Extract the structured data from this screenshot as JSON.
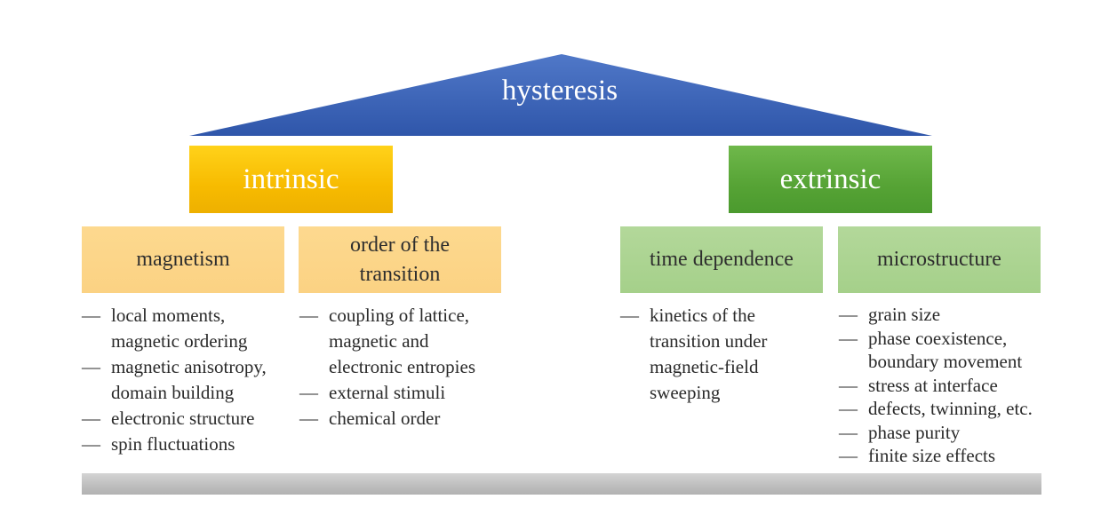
{
  "roof": {
    "title": "hysteresis",
    "color": "#3a63b8"
  },
  "intrinsic": {
    "label": "intrinsic",
    "color": "#f8bf00",
    "categories": [
      {
        "label": "magnetism",
        "items": [
          "local moments,\nmagnetic ordering",
          "magnetic anisotropy,\ndomain building",
          "electronic structure",
          "spin fluctuations"
        ]
      },
      {
        "label": "order of the\ntransition",
        "items": [
          "coupling of lattice,\nmagnetic and\nelectronic entropies",
          "external stimuli",
          "chemical order"
        ]
      }
    ]
  },
  "extrinsic": {
    "label": "extrinsic",
    "color": "#56a335",
    "categories": [
      {
        "label": "time dependence",
        "items": [
          "kinetics of the\ntransition under\nmagnetic-field\nsweeping"
        ]
      },
      {
        "label": "microstructure",
        "items": [
          "grain size",
          "phase coexistence,\nboundary movement",
          "stress at interface",
          "defects, twinning, etc.",
          "phase purity",
          "finite size effects"
        ]
      }
    ]
  },
  "bullet": "—"
}
